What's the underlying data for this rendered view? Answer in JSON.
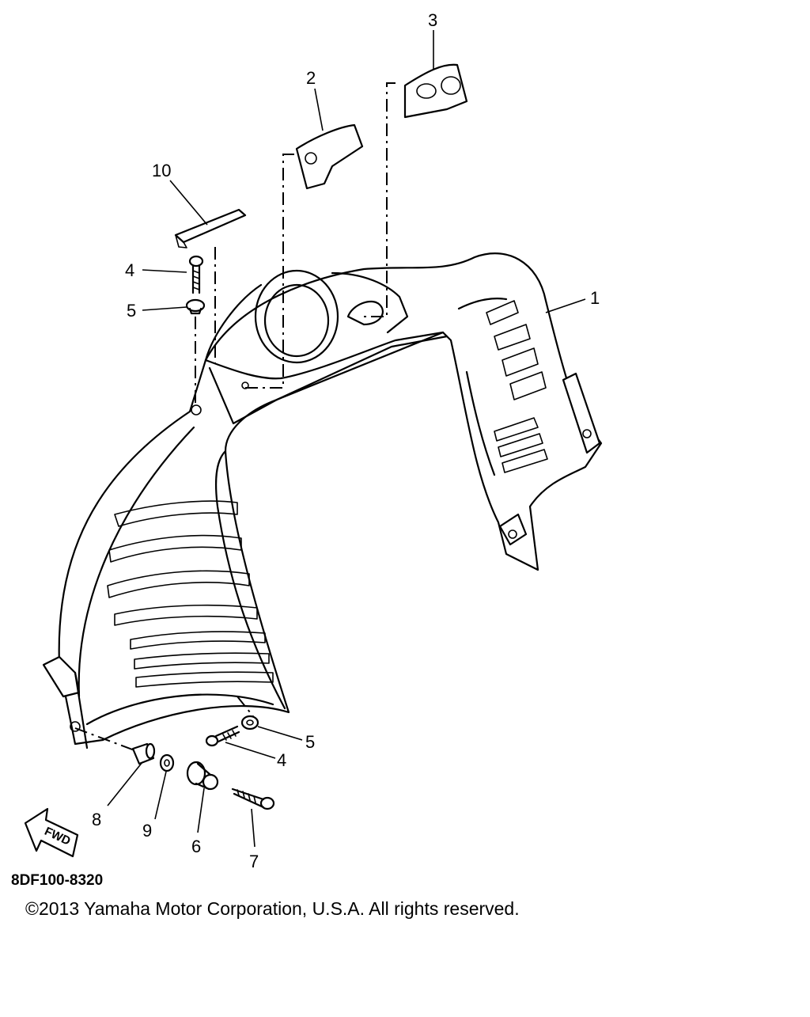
{
  "diagram": {
    "part_code": "8DF100-8320",
    "copyright": "©2013 Yamaha Motor Corporation, U.S.A. All rights reserved.",
    "fwd_label": "FWD",
    "callouts": {
      "c1": "1",
      "c2": "2",
      "c3": "3",
      "c4_top": "4",
      "c5_top": "5",
      "c10": "10",
      "c4_bottom": "4",
      "c5_bottom": "5",
      "c6": "6",
      "c7": "7",
      "c8": "8",
      "c9": "9"
    }
  }
}
